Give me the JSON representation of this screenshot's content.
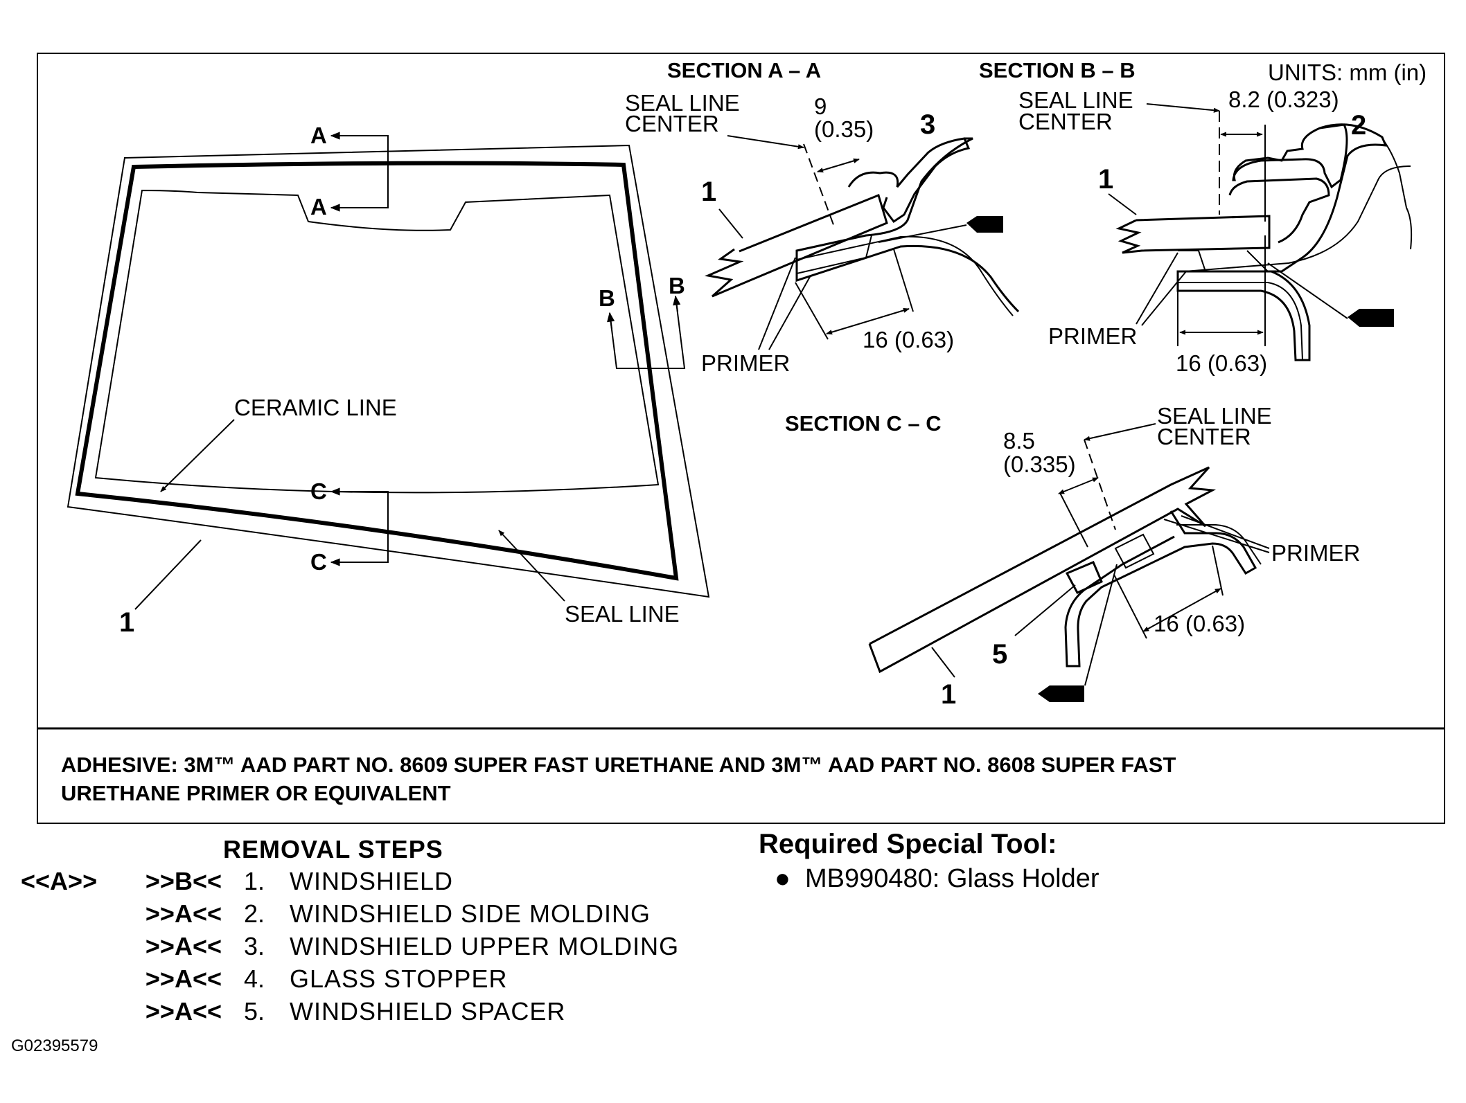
{
  "units": "UNITS: mm (in)",
  "windshield": {
    "label_ceramic": "CERAMIC LINE",
    "label_seal": "SEAL LINE",
    "part_number": "1",
    "cut_a": "A",
    "cut_b": "B",
    "cut_c": "C"
  },
  "section_aa": {
    "title": "SECTION A – A",
    "seal_center_1": "SEAL LINE",
    "seal_center_2": "CENTER",
    "dim_1": "9",
    "dim_2": "(0.35)",
    "width": "16 (0.63)",
    "primer": "PRIMER",
    "part_glass": "1",
    "part_molding": "3"
  },
  "section_bb": {
    "title": "SECTION B – B",
    "seal_center_1": "SEAL LINE",
    "seal_center_2": "CENTER",
    "dim": "8.2 (0.323)",
    "width": "16 (0.63)",
    "primer": "PRIMER",
    "part_glass": "1",
    "part_molding": "2"
  },
  "section_cc": {
    "title": "SECTION C – C",
    "seal_center_1": "SEAL LINE",
    "seal_center_2": "CENTER",
    "dim_1": "8.5",
    "dim_2": "(0.335)",
    "width": "16 (0.63)",
    "primer": "PRIMER",
    "part_glass": "1",
    "part_spacer": "5"
  },
  "adhesive_line1": "ADHESIVE: 3M™ AAD PART NO. 8609 SUPER FAST URETHANE AND 3M™ AAD PART NO. 8608 SUPER FAST",
  "adhesive_line2": "URETHANE PRIMER OR EQUIVALENT",
  "removal": {
    "title": "REMOVAL STEPS",
    "steps": [
      {
        "code_a": "<<A>>",
        "code_b": ">>B<<",
        "num": "1.",
        "text": "WINDSHIELD"
      },
      {
        "code_a": "",
        "code_b": ">>A<<",
        "num": "2.",
        "text": "WINDSHIELD SIDE MOLDING"
      },
      {
        "code_a": "",
        "code_b": ">>A<<",
        "num": "3.",
        "text": "WINDSHIELD UPPER MOLDING"
      },
      {
        "code_a": "",
        "code_b": ">>A<<",
        "num": "4.",
        "text": "GLASS STOPPER"
      },
      {
        "code_a": "",
        "code_b": ">>A<<",
        "num": "5.",
        "text": "WINDSHIELD SPACER"
      }
    ]
  },
  "tool": {
    "title": "Required Special Tool:",
    "item": "MB990480: Glass Holder"
  },
  "figure_id": "G02395579"
}
